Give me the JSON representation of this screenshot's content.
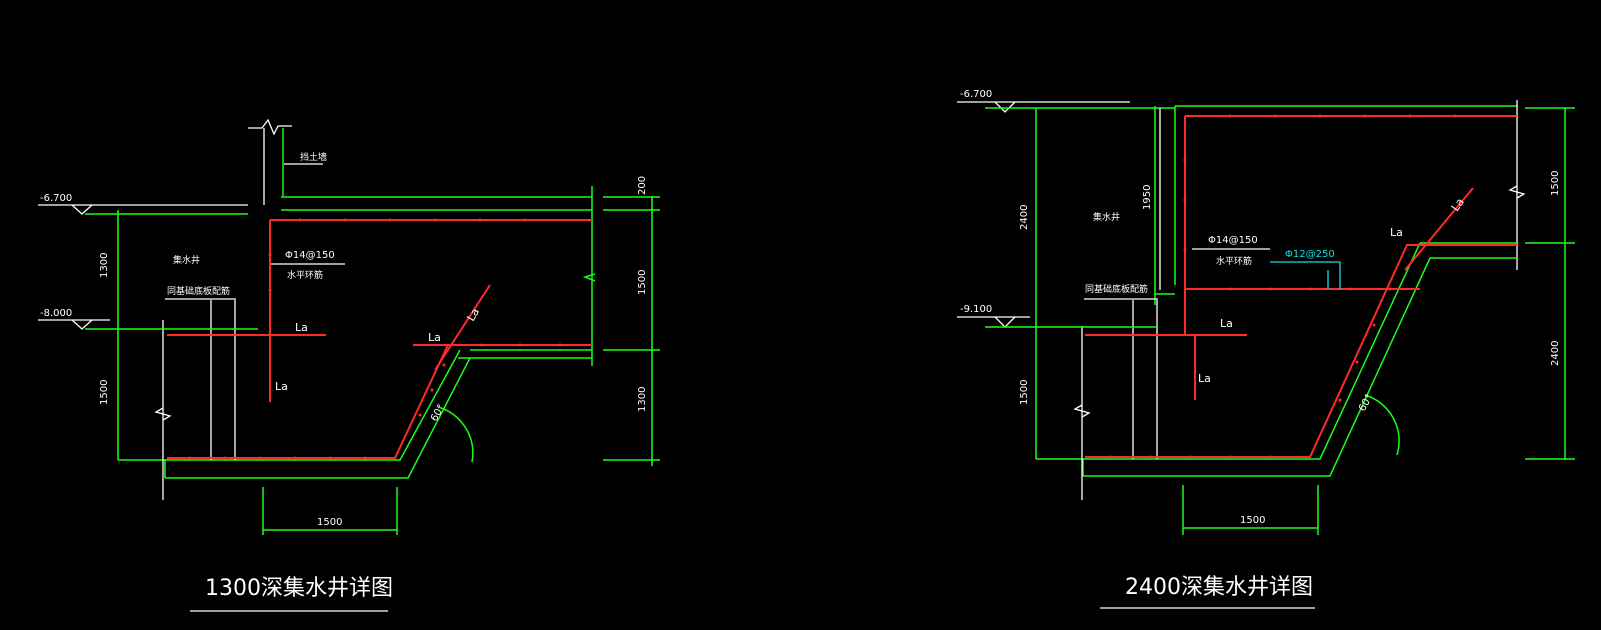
{
  "colors": {
    "background": "#000000",
    "dimension_lines": "#19ff19",
    "outline": "#ffffff",
    "rebar": "#ff2a2a",
    "annotation_cyan": "#19d9e6"
  },
  "left": {
    "title": "1300深集水井详图",
    "elev_top": "-6.700",
    "elev_mid": "-8.000",
    "label_wall": "挡土墙",
    "label_pit": "集水井",
    "label_bottom": "同基础底板配筋",
    "rebar_spec": "Φ14@150",
    "rebar_note": "水平环筋",
    "la_labels": [
      "La",
      "La",
      "La",
      "La"
    ],
    "angle": "60°",
    "dims": {
      "d1300_left": "1300",
      "d1500_left": "1500",
      "d200": "200",
      "d1500_right": "1500",
      "d1300_right": "1300",
      "d1500_bottom": "1500"
    }
  },
  "right": {
    "title": "2400深集水井详图",
    "elev_top": "-6.700",
    "elev_mid": "-9.100",
    "label_pit": "集水井",
    "label_bottom": "同基础底板配筋",
    "rebar_spec": "Φ14@150",
    "rebar_note": "水平环筋",
    "rebar_spec_2": "Φ12@250",
    "la_labels": [
      "La",
      "La",
      "La",
      "La"
    ],
    "angle": "60°",
    "dims": {
      "d2400_left": "2400",
      "d1950": "1950",
      "d1500_left": "1500",
      "d1500_right": "1500",
      "d2400_right": "2400",
      "d1500_bottom": "1500"
    }
  }
}
